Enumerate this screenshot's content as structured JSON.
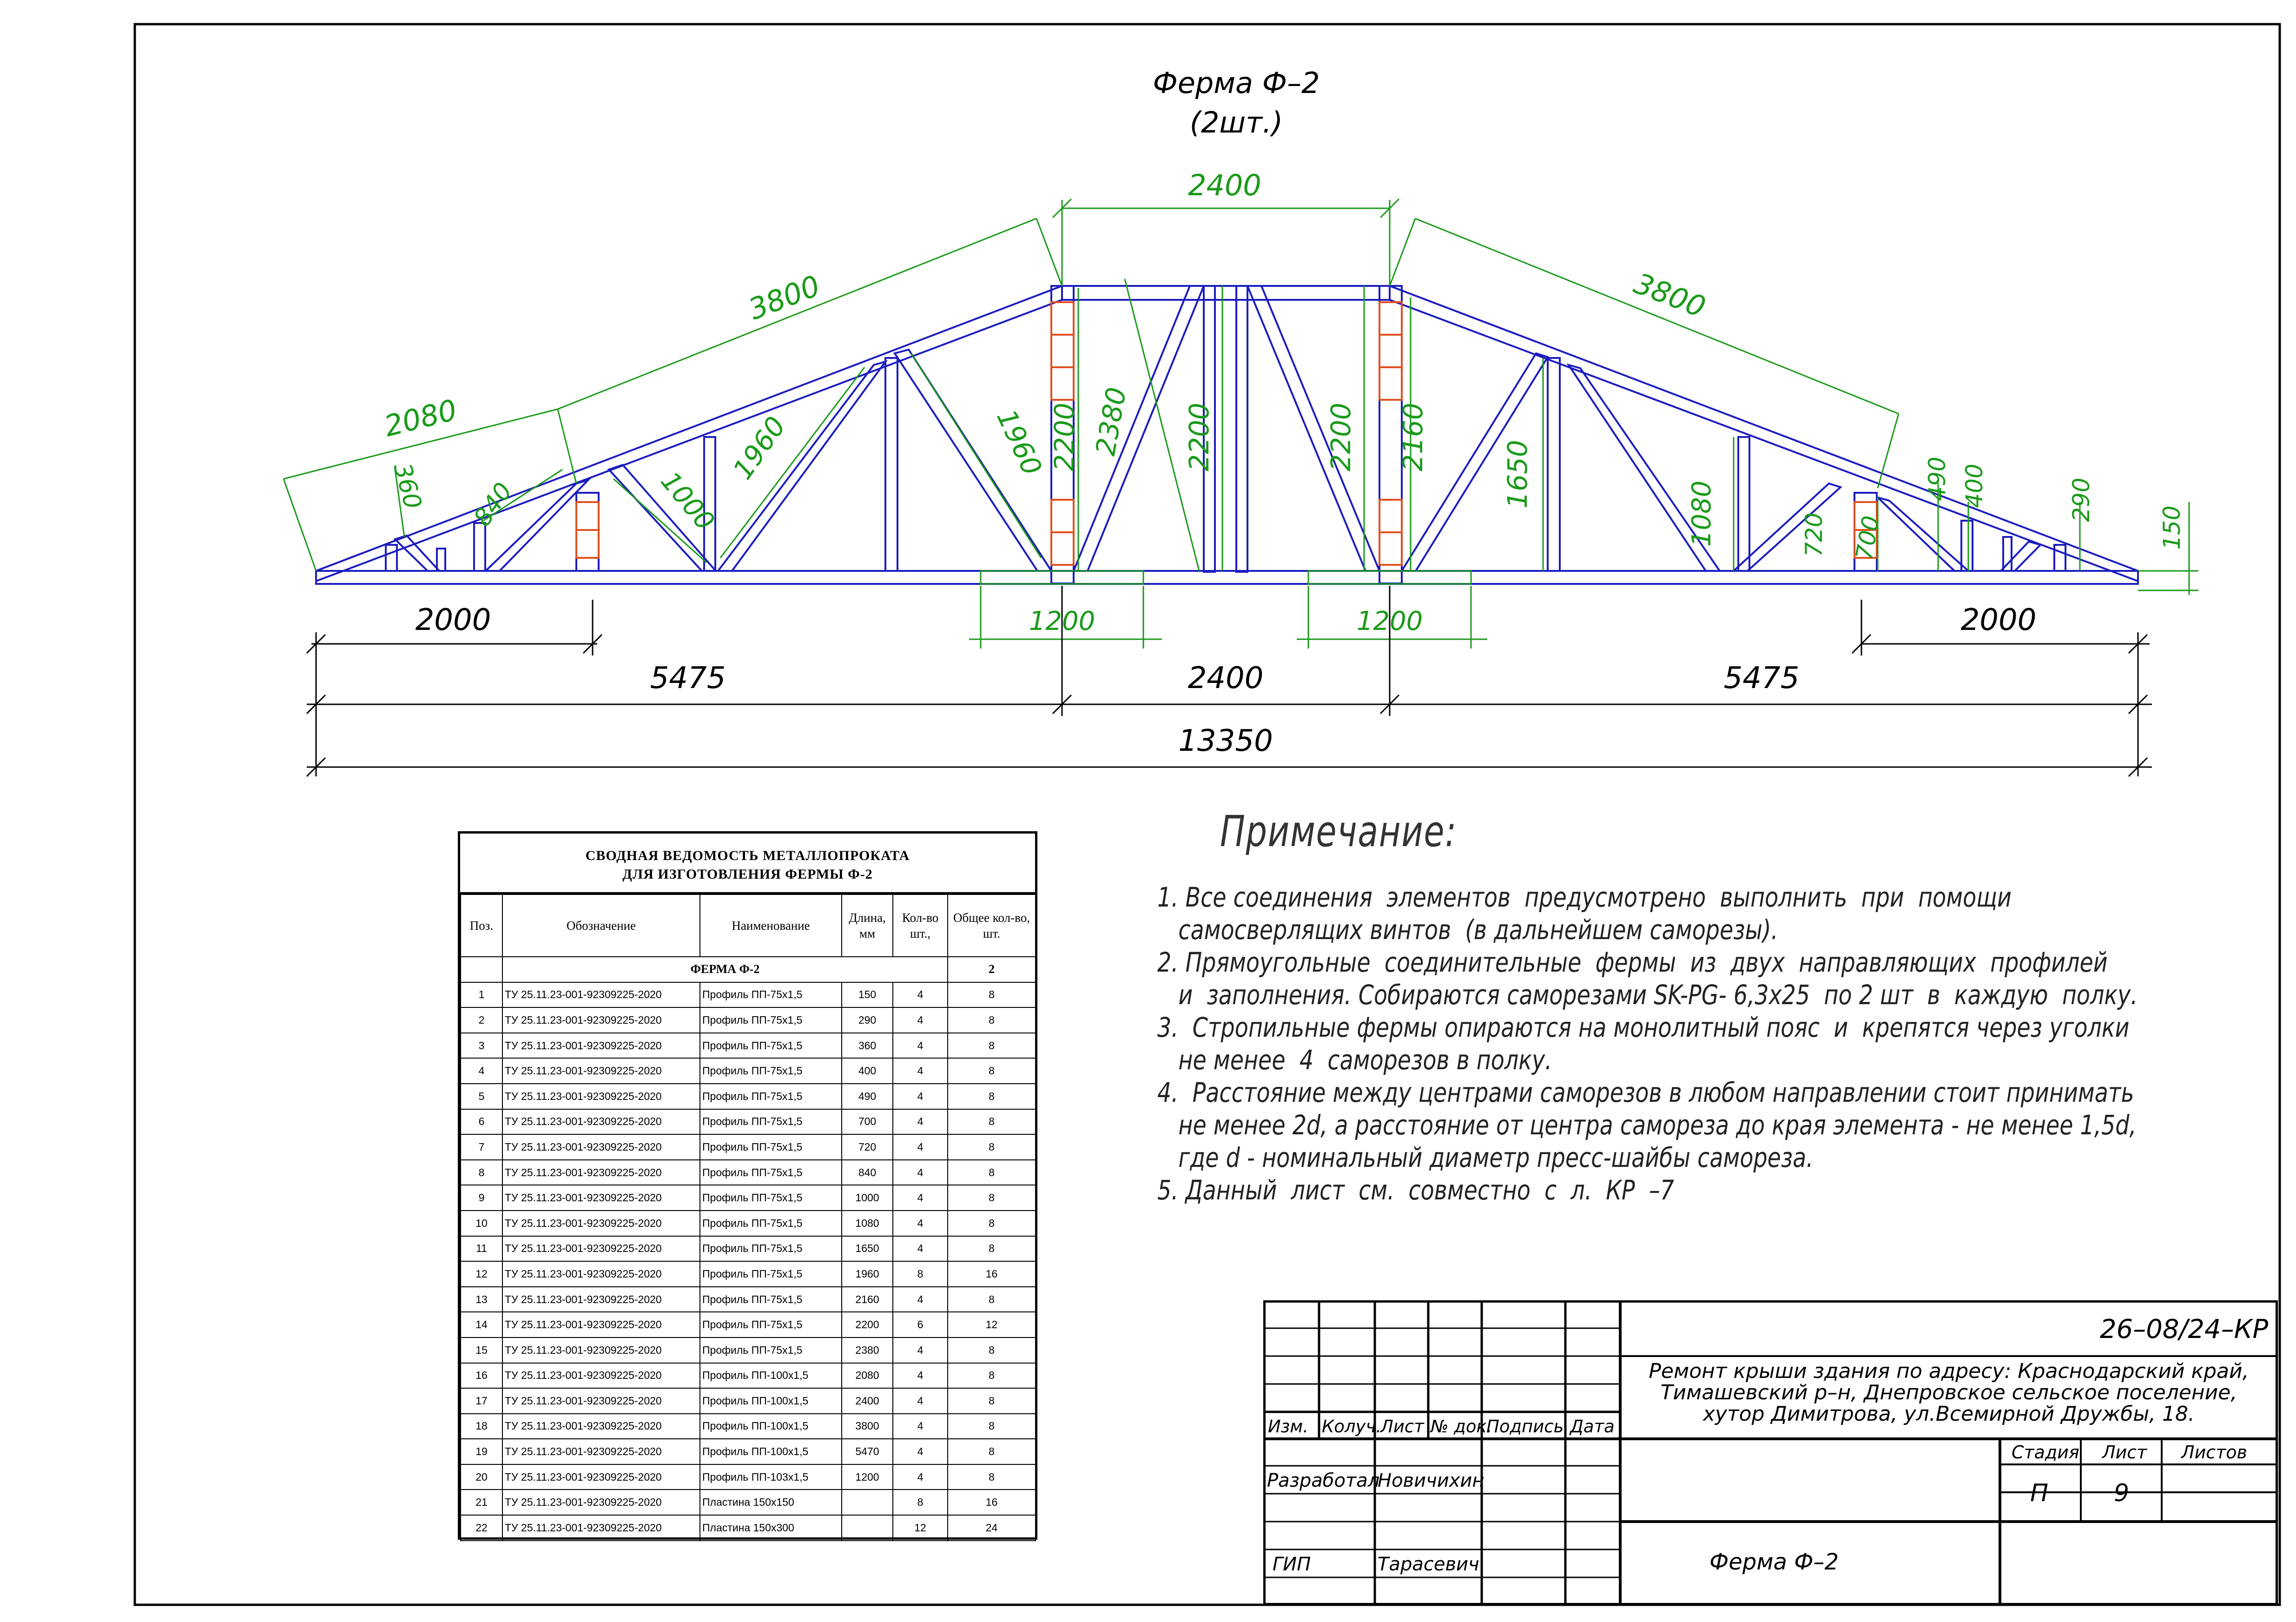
{
  "drawing": {
    "title": "Ферма Ф–2",
    "subtitle": "(2шт.)"
  },
  "dimensions": {
    "top_chord_right": "2400",
    "slope_left": "3800",
    "slope_right": "3800",
    "slope_end_left": "2080",
    "web_360": "360",
    "web_840": "840",
    "web_1000": "1000",
    "web_1960_a": "1960",
    "web_1960_b": "1960",
    "post_2200_a": "2200",
    "post_2380": "2380",
    "post_2200_b": "2200",
    "post_2200_c": "2200",
    "post_2160": "2160",
    "post_1650": "1650",
    "post_1080": "1080",
    "post_720": "720",
    "post_700": "700",
    "post_490": "490",
    "post_400": "400",
    "post_290": "290",
    "end_150": "150",
    "plate_1200_left": "1200",
    "plate_1200_right": "1200",
    "span_2000_left": "2000",
    "span_2000_right": "2000",
    "span_5475_left": "5475",
    "span_2400_mid": "2400",
    "span_5475_right": "5475",
    "span_total": "13350"
  },
  "spec": {
    "title_line1": "СВОДНАЯ ВЕДОМОСТЬ  МЕТАЛЛОПРОКАТА",
    "title_line2": "ДЛЯ  ИЗГОТОВЛЕНИЯ ФЕРМЫ  Ф-2",
    "headers": {
      "pos": "Поз.",
      "designation": "Обозначение",
      "name": "Наименование",
      "length": "Длина, мм",
      "qty": "Кол-во шт.,",
      "total": "Общее кол-во, шт."
    },
    "group_label": "ФЕРМА  Ф-2",
    "group_total": "2",
    "rows": [
      {
        "pos": "1",
        "des": "ТУ 25.11.23-001-92309225-2020",
        "name": "Профиль  ПП-75х1,5",
        "len": "150",
        "qty": "4",
        "total": "8"
      },
      {
        "pos": "2",
        "des": "ТУ 25.11.23-001-92309225-2020",
        "name": "Профиль  ПП-75х1,5",
        "len": "290",
        "qty": "4",
        "total": "8"
      },
      {
        "pos": "3",
        "des": "ТУ 25.11.23-001-92309225-2020",
        "name": "Профиль  ПП-75х1,5",
        "len": "360",
        "qty": "4",
        "total": "8"
      },
      {
        "pos": "4",
        "des": "ТУ 25.11.23-001-92309225-2020",
        "name": "Профиль  ПП-75х1,5",
        "len": "400",
        "qty": "4",
        "total": "8"
      },
      {
        "pos": "5",
        "des": "ТУ 25.11.23-001-92309225-2020",
        "name": "Профиль  ПП-75х1,5",
        "len": "490",
        "qty": "4",
        "total": "8"
      },
      {
        "pos": "6",
        "des": "ТУ 25.11.23-001-92309225-2020",
        "name": "Профиль  ПП-75х1,5",
        "len": "700",
        "qty": "4",
        "total": "8"
      },
      {
        "pos": "7",
        "des": "ТУ 25.11.23-001-92309225-2020",
        "name": "Профиль  ПП-75х1,5",
        "len": "720",
        "qty": "4",
        "total": "8"
      },
      {
        "pos": "8",
        "des": "ТУ 25.11.23-001-92309225-2020",
        "name": "Профиль  ПП-75х1,5",
        "len": "840",
        "qty": "4",
        "total": "8"
      },
      {
        "pos": "9",
        "des": "ТУ 25.11.23-001-92309225-2020",
        "name": "Профиль  ПП-75х1,5",
        "len": "1000",
        "qty": "4",
        "total": "8"
      },
      {
        "pos": "10",
        "des": "ТУ 25.11.23-001-92309225-2020",
        "name": "Профиль  ПП-75х1,5",
        "len": "1080",
        "qty": "4",
        "total": "8"
      },
      {
        "pos": "11",
        "des": "ТУ 25.11.23-001-92309225-2020",
        "name": "Профиль  ПП-75х1,5",
        "len": "1650",
        "qty": "4",
        "total": "8"
      },
      {
        "pos": "12",
        "des": "ТУ 25.11.23-001-92309225-2020",
        "name": "Профиль  ПП-75х1,5",
        "len": "1960",
        "qty": "8",
        "total": "16"
      },
      {
        "pos": "13",
        "des": "ТУ 25.11.23-001-92309225-2020",
        "name": "Профиль  ПП-75х1,5",
        "len": "2160",
        "qty": "4",
        "total": "8"
      },
      {
        "pos": "14",
        "des": "ТУ 25.11.23-001-92309225-2020",
        "name": "Профиль  ПП-75х1,5",
        "len": "2200",
        "qty": "6",
        "total": "12"
      },
      {
        "pos": "15",
        "des": "ТУ 25.11.23-001-92309225-2020",
        "name": "Профиль  ПП-75х1,5",
        "len": "2380",
        "qty": "4",
        "total": "8"
      },
      {
        "pos": "16",
        "des": "ТУ 25.11.23-001-92309225-2020",
        "name": "Профиль  ПП-100х1,5",
        "len": "2080",
        "qty": "4",
        "total": "8"
      },
      {
        "pos": "17",
        "des": "ТУ 25.11.23-001-92309225-2020",
        "name": "Профиль  ПП-100х1,5",
        "len": "2400",
        "qty": "4",
        "total": "8"
      },
      {
        "pos": "18",
        "des": "ТУ 25.11.23-001-92309225-2020",
        "name": "Профиль  ПП-100х1,5",
        "len": "3800",
        "qty": "4",
        "total": "8"
      },
      {
        "pos": "19",
        "des": "ТУ 25.11.23-001-92309225-2020",
        "name": "Профиль  ПП-100х1,5",
        "len": "5470",
        "qty": "4",
        "total": "8"
      },
      {
        "pos": "20",
        "des": "ТУ 25.11.23-001-92309225-2020",
        "name": "Профиль  ПП-103х1,5",
        "len": "1200",
        "qty": "4",
        "total": "8"
      },
      {
        "pos": "21",
        "des": "ТУ 25.11.23-001-92309225-2020",
        "name": "Пластина    150х150",
        "len": "",
        "qty": "8",
        "total": "16"
      },
      {
        "pos": "22",
        "des": "ТУ 25.11.23-001-92309225-2020",
        "name": "Пластина    150х300",
        "len": "",
        "qty": "12",
        "total": "24"
      }
    ]
  },
  "notes": {
    "title": "Примечание:",
    "lines": [
      "1. Все соединения  элементов  предусмотрено  выполнить  при  помощи",
      "   самосверлящих винтов  (в дальнейшем саморезы).",
      "2. Прямоугольные  соединительные  фермы  из  двух  направляющих  профилей",
      "   и  заполнения. Собираются саморезами SK-PG- 6,3х25  по 2 шт  в  каждую  полку.",
      "3.  Стропильные фермы опираются на монолитный пояс  и  крепятся через уголки",
      "   не менее  4  саморезов в полку.",
      "4.  Расстояние между центрами саморезов в любом направлении стоит принимать",
      "   не менее 2d, а расстояние от центра самореза до края элемента - не менее 1,5d,",
      "   где d - номинальный диаметр пресс-шайбы самореза.",
      "5. Данный  лист  см.  совместно  с  л.  КР  –7"
    ]
  },
  "title_block": {
    "code": "26–08/24–КР",
    "project": "Ремонт крыши здания по адресу:  Краснодарский край,",
    "project2": "Тимашевский р–н,  Днепровское сельское поселение,",
    "project3": "хутор Димитрова,  ул.Всемирной Дружбы,  18.",
    "col_izm": "Изм.",
    "col_koluch": "Колуч.",
    "col_list": "Лист",
    "col_ndok": "№ док.",
    "col_podpis": "Подпись",
    "col_data": "Дата",
    "stage_h": "Стадия",
    "sheet_h": "Лист",
    "sheets_h": "Листов",
    "stage": "П",
    "sheet": "9",
    "sheets": "",
    "developed_label": "Разработал",
    "developed_name": "Новичихин",
    "gip_label": "ГИП",
    "gip_name": "Тарасевич",
    "drawing_name": "Ферма  Ф–2"
  },
  "colors": {
    "truss": "#1c1cc0",
    "dimension": "#1a9a1a",
    "gusset": "#e05020",
    "frame": "#000000"
  }
}
